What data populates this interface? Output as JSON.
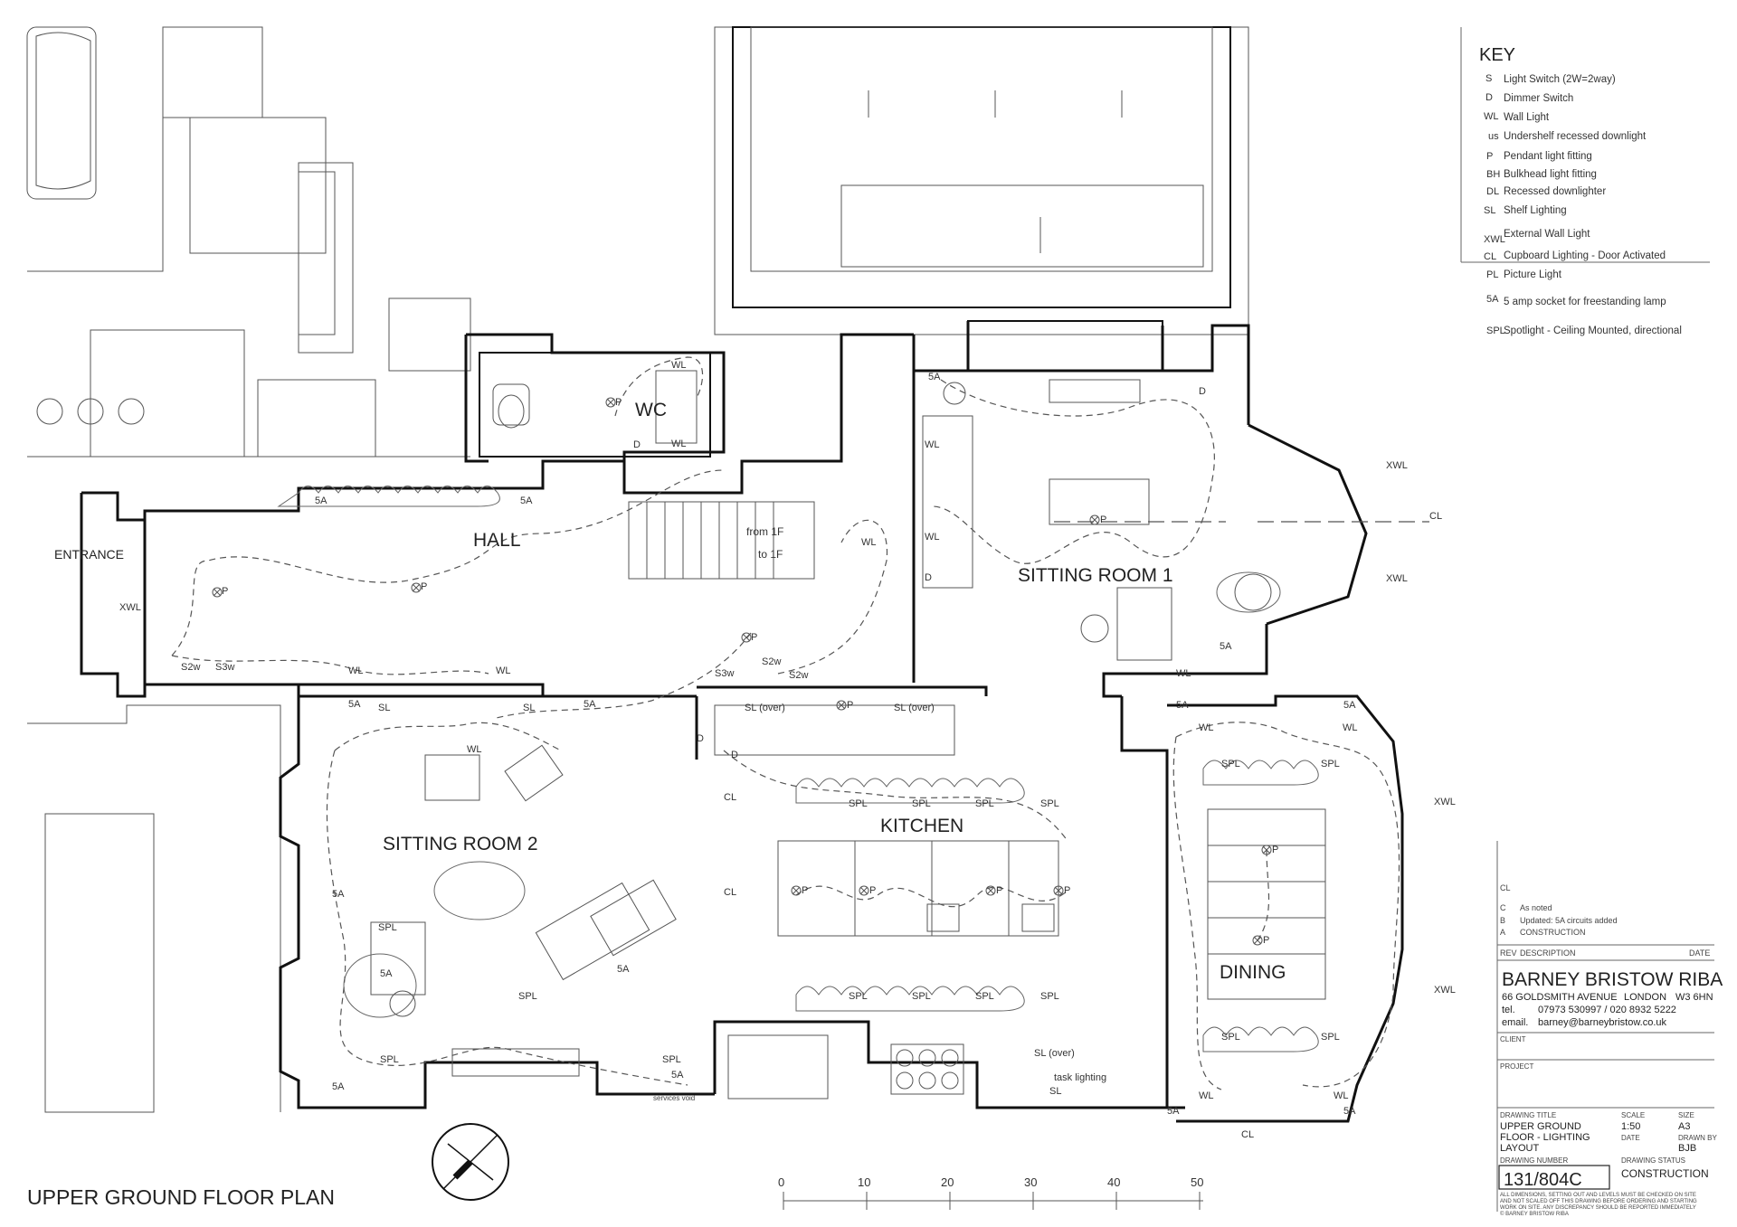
{
  "drawing": {
    "plan_title": "UPPER GROUND FLOOR PLAN",
    "rooms": [
      {
        "id": "entrance",
        "label": "ENTRANCE"
      },
      {
        "id": "hall",
        "label": "HALL"
      },
      {
        "id": "wc",
        "label": "WC"
      },
      {
        "id": "sitting1",
        "label": "SITTING ROOM 1"
      },
      {
        "id": "sitting2",
        "label": "SITTING ROOM 2"
      },
      {
        "id": "kitchen",
        "label": "KITCHEN"
      },
      {
        "id": "dining",
        "label": "DINING"
      }
    ],
    "stair_labels": [
      "from 1F",
      "to 1F"
    ],
    "task_lighting": "task lighting",
    "services_void": "services void"
  },
  "symbols": {
    "pendant": "P",
    "wall_light": "WL",
    "external_wall_light": "XWL",
    "spotlight": "SPL",
    "dimmer": "D",
    "socket": "5A",
    "shelf": "SL",
    "shelf_over": "SL (over)",
    "cupboard": "CL",
    "switch_s2w": "S2w",
    "switch_s3w": "S3w"
  },
  "key": {
    "title": "KEY",
    "items": [
      {
        "symbol": "S",
        "text": "Light Switch (2W=2way)",
        "icon": "switch-icon"
      },
      {
        "symbol": "D",
        "text": "Dimmer Switch",
        "icon": "dimmer-icon"
      },
      {
        "symbol": "WL",
        "text": "Wall Light",
        "icon": "wall-light-icon"
      },
      {
        "symbol": "us",
        "text": "Undershelf recessed downlight",
        "icon": "undershelf-icon"
      },
      {
        "symbol": "P",
        "text": "Pendant light fitting",
        "icon": "pendant-icon"
      },
      {
        "symbol": "BH",
        "text": "Bulkhead light fitting",
        "icon": "bulkhead-icon"
      },
      {
        "symbol": "DL",
        "text": "Recessed downlighter",
        "icon": "downlighter-icon"
      },
      {
        "symbol": "SL",
        "text": "Shelf Lighting",
        "icon": "shelf-icon"
      },
      {
        "symbol": "XWL",
        "text": "External Wall Light",
        "icon": "external-wall-light-icon"
      },
      {
        "symbol": "CL",
        "text": "Cupboard Lighting  - Door Activated",
        "icon": "cupboard-icon"
      },
      {
        "symbol": "PL",
        "text": "Picture Light",
        "icon": "picture-light-icon"
      },
      {
        "symbol": "5A",
        "text": "5 amp socket for freestanding lamp",
        "icon": "socket-icon"
      },
      {
        "symbol": "SPL",
        "text": "Spotlight - Ceiling Mounted, directional",
        "icon": "spotlight-icon"
      }
    ]
  },
  "revisions": {
    "rows": [
      {
        "rev": "CL",
        "text": ""
      },
      {
        "rev": "C",
        "text": "As noted"
      },
      {
        "rev": "B",
        "text": "Updated: 5A circuits added"
      },
      {
        "rev": "A",
        "text": "CONSTRUCTION"
      }
    ],
    "header_rev": "REV",
    "header_desc": "DESCRIPTION",
    "header_date": "DATE"
  },
  "title_block": {
    "firm": "BARNEY BRISTOW RIBA",
    "address": "66 GOLDSMITH AVENUE",
    "city": "LONDON",
    "postcode": "W3 6HN",
    "tel_label": "tel.",
    "tel": "07973 530997 / 020 8932 5222",
    "email_label": "email.",
    "email": "barney@barneybristow.co.uk",
    "client_label": "CLIENT",
    "project_label": "PROJECT",
    "drawing_title_label": "DRAWING  TITLE",
    "drawing_title": [
      "UPPER GROUND",
      "FLOOR - LIGHTING",
      "LAYOUT"
    ],
    "scale_label": "SCALE",
    "scale": "1:50",
    "size_label": "SIZE",
    "size": "A3",
    "date_label": "DATE",
    "drawn_by_label": "DRAWN BY",
    "drawn_by": "BJB",
    "drawing_number_label": "DRAWING  NUMBER",
    "drawing_number": "131/804C",
    "status_label": "DRAWING STATUS",
    "status": "CONSTRUCTION",
    "disclaimer": [
      "ALL DIMENSIONS, SETTING OUT AND LEVELS MUST BE CHECKED ON SITE",
      "AND NOT SCALED OFF THIS DRAWING BEFORE ORDERING AND STARTING",
      "WORK ON SITE. ANY DISCREPANCY SHOULD BE REPORTED IMMEDIATELY",
      "© BARNEY BRISTOW RIBA"
    ]
  },
  "scale_bar": {
    "ticks": [
      "0",
      "10",
      "20",
      "30",
      "40",
      "50"
    ]
  }
}
